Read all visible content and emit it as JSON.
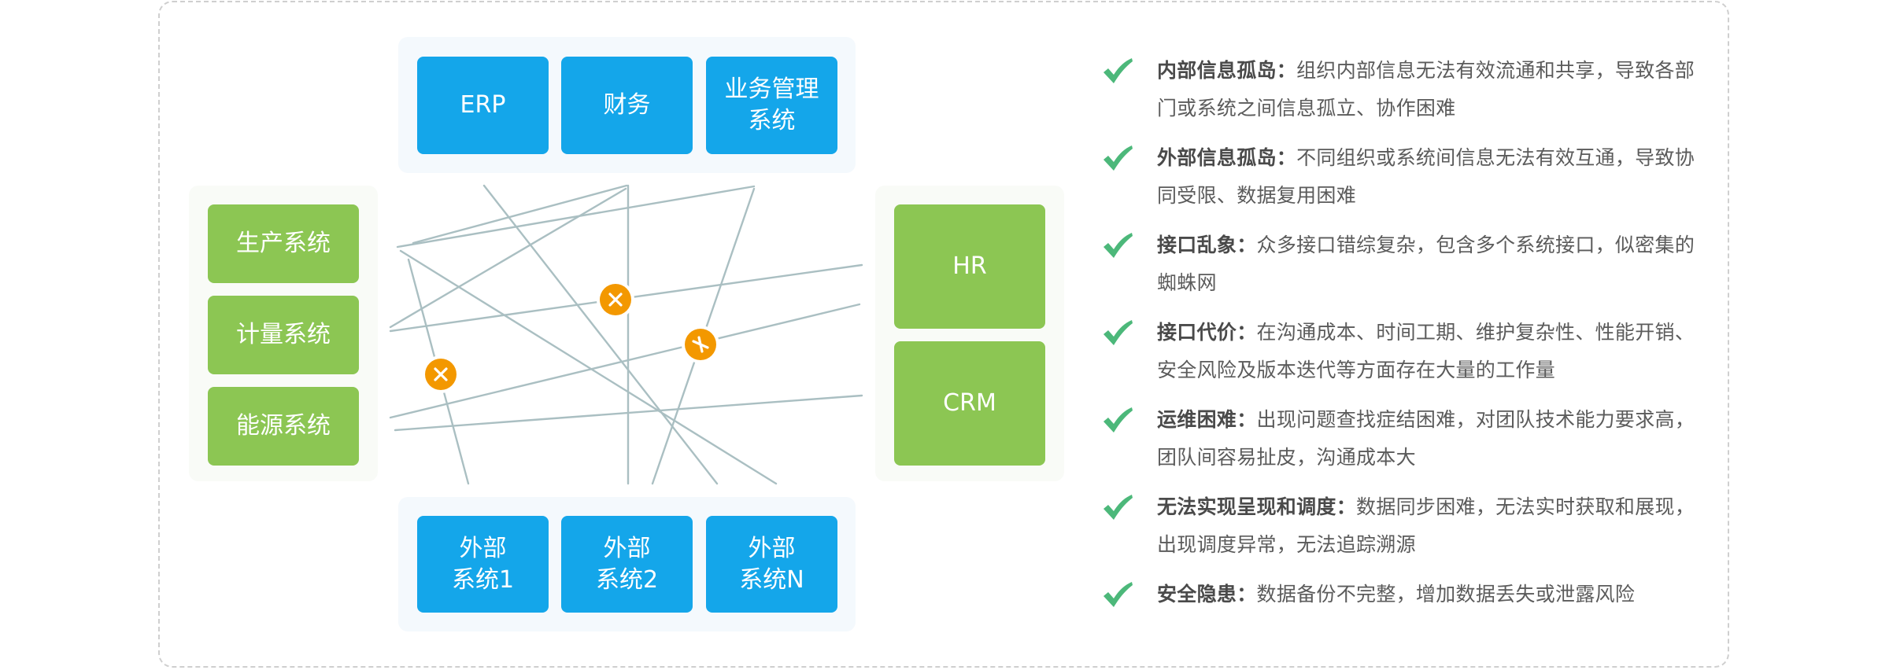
{
  "colors": {
    "blue_box": "#14a6ea",
    "green_box": "#8cc653",
    "line": "#aabfc2",
    "warning": "#f39800",
    "check": "#4cb87a",
    "frame": "#cfcfcf"
  },
  "diagram": {
    "top_systems": [
      {
        "label": "ERP"
      },
      {
        "label": "财务"
      },
      {
        "label": "业务管理\n系统"
      }
    ],
    "left_systems": [
      {
        "label": "生产系统"
      },
      {
        "label": "计量系统"
      },
      {
        "label": "能源系统"
      }
    ],
    "right_systems": [
      {
        "label": "HR"
      },
      {
        "label": "CRM"
      }
    ],
    "bottom_systems": [
      {
        "label": "外部\n系统1"
      },
      {
        "label": "外部\n系统2"
      },
      {
        "label": "外部\n系统N"
      }
    ],
    "connection_icon": "broken-connection-x-icon",
    "broken_connection_count": 3
  },
  "issues": [
    {
      "icon": "check-icon",
      "title": "内部信息孤岛：",
      "text": "组织内部信息无法有效流通和共享，导致各部门或系统之间信息孤立、协作困难"
    },
    {
      "icon": "check-icon",
      "title": "外部信息孤岛：",
      "text": "不同组织或系统间信息无法有效互通，导致协同受限、数据复用困难"
    },
    {
      "icon": "check-icon",
      "title": "接口乱象：",
      "text": "众多接口错综复杂，包含多个系统接口，似密集的蜘蛛网"
    },
    {
      "icon": "check-icon",
      "title": "接口代价：",
      "text": "在沟通成本、时间工期、维护复杂性、性能开销、安全风险及版本迭代等方面存在大量的工作量"
    },
    {
      "icon": "check-icon",
      "title": "运维困难：",
      "text": "出现问题查找症结困难，对团队技术能力要求高，团队间容易扯皮，沟通成本大"
    },
    {
      "icon": "check-icon",
      "title": "无法实现呈现和调度：",
      "text": "数据同步困难，无法实时获取和展现，出现调度异常，无法追踪溯源"
    },
    {
      "icon": "check-icon",
      "title": "安全隐患：",
      "text": "数据备份不完整，增加数据丢失或泄露风险"
    }
  ]
}
